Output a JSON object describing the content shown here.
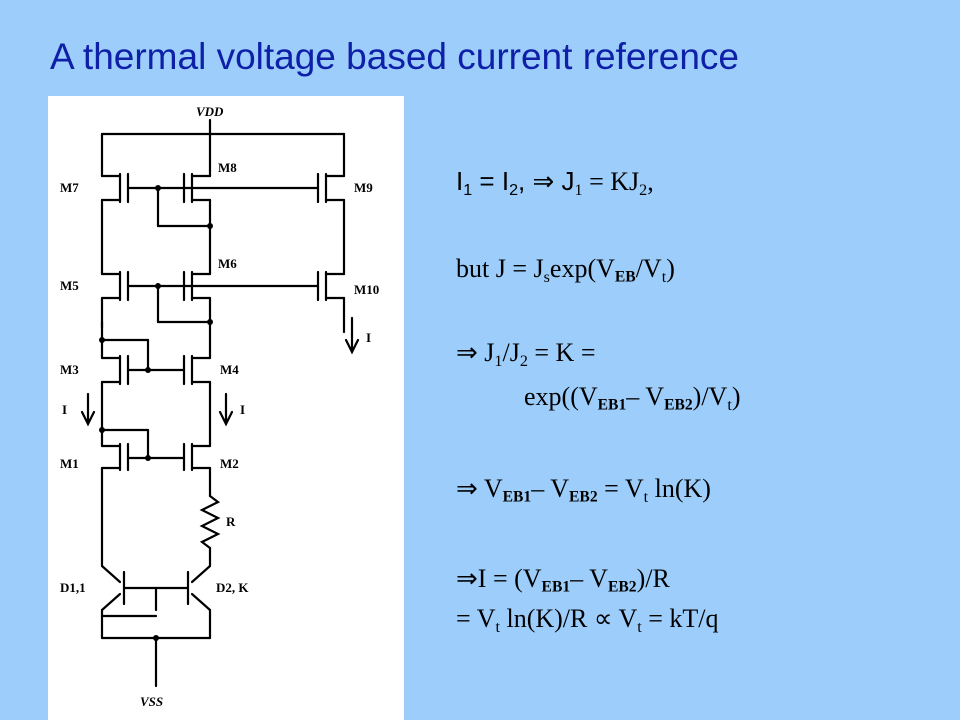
{
  "title": "A thermal voltage based current reference",
  "schematic": {
    "vdd": "VDD",
    "vss": "VSS",
    "m1": "M1",
    "m2": "M2",
    "m3": "M3",
    "m4": "M4",
    "m5": "M5",
    "m6": "M6",
    "m7": "M7",
    "m8": "M8",
    "m9": "M9",
    "m10": "M10",
    "r": "R",
    "d1": "D1,1",
    "d2": "D2, K",
    "i_label": "I"
  },
  "equations": {
    "l1": {
      "a": "I",
      "a1": "1",
      "b": " = I",
      "b1": "2",
      "c": ",  ⇒  J",
      "c1": "1",
      "d": " = KJ",
      "d1": "2",
      "e": ","
    },
    "l2": {
      "a": "but J = J",
      "a1": "s",
      "b": "exp(V",
      "b1": "EB",
      "c": "/V",
      "c1": "t",
      "d": ")"
    },
    "l3": {
      "a": "⇒  J",
      "a1": "1",
      "b": "/J",
      "b1": "2",
      "c": " = K ="
    },
    "l4": {
      "a": "exp((V",
      "a1": "EB1",
      "b": "– V",
      "b1": "EB2",
      "c": ")/V",
      "c1": "t",
      "d": ")"
    },
    "l5": {
      "a": "⇒  V",
      "a1": "EB1",
      "b": "– V",
      "b1": "EB2",
      "c": " = V",
      "c1": "t",
      "d": " ln(K)"
    },
    "l6": {
      "a": "⇒I = (V",
      "a1": "EB1",
      "b": "– V",
      "b1": "EB2",
      "c": ")/R"
    },
    "l7": {
      "a": "= V",
      "a1": "t",
      "b": " ln(K)/R  ∝  V",
      "b1": "t",
      "c": " = kT/q"
    }
  }
}
